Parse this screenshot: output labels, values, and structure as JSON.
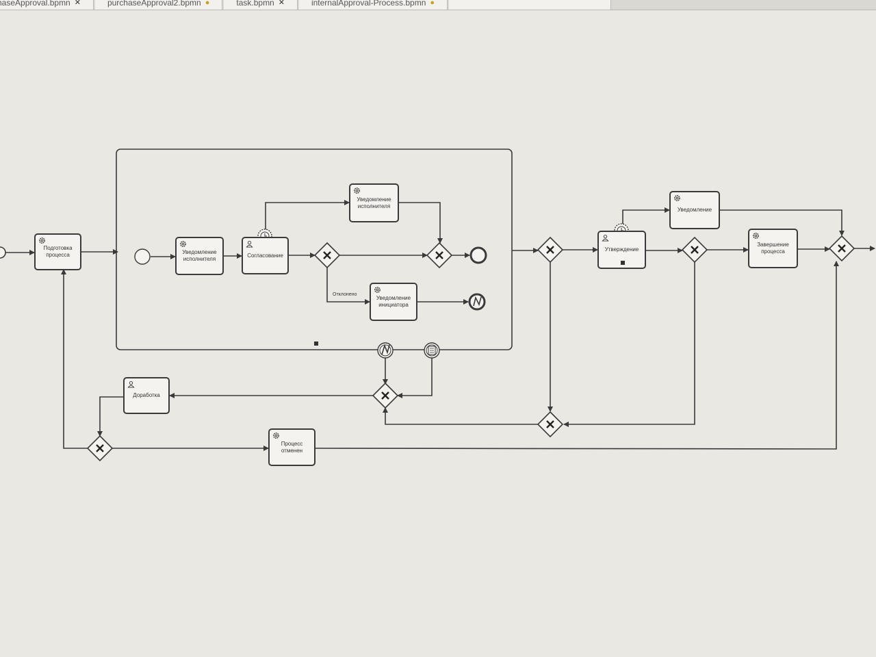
{
  "tabs": [
    {
      "label": "chaseApproval.bpmn",
      "close": "✕"
    },
    {
      "label": "purchaseApproval2.bpmn",
      "close": "●"
    },
    {
      "label": "task.bpmn",
      "close": "✕"
    },
    {
      "label": "internalApproval-Process.bpmn",
      "close": "●"
    },
    {
      "label": "",
      "close": ""
    }
  ],
  "diagram": {
    "tasks": {
      "prepare": "Подготовка процесса",
      "notify_exec_1": "Уведомление исполнителя",
      "approval": "Согласование",
      "notify_exec_2": "Уведомление исполнителя",
      "notify_init": "Уведомление инициатора",
      "confirm": "Утверждение",
      "notification": "Уведомление",
      "finish": "Завершение процесса",
      "rework": "Доработка",
      "cancelled": "Процесс отменен"
    },
    "edge_labels": {
      "rejected": "Отклонено"
    },
    "icons": {
      "service": "gear-icon",
      "user": "user-icon",
      "timer": "timer-icon",
      "escalation": "escalation-icon",
      "conditional": "conditional-icon"
    },
    "colors": {
      "stroke": "#3a3a3a",
      "background": "#e9e8e3",
      "task_fill": "#f4f3ef"
    }
  }
}
